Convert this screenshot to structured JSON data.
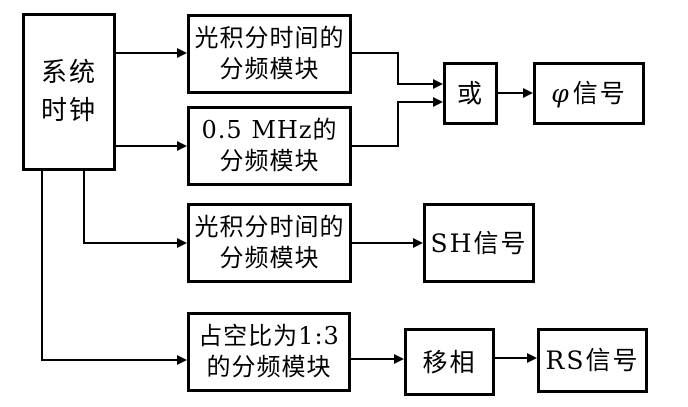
{
  "diagram": {
    "kind": "block-diagram",
    "colors": {
      "line": "#000000",
      "background": "#ffffff",
      "box_fill": "#ffffff"
    },
    "nodes": {
      "system_clock": {
        "label": "系统\n时钟"
      },
      "integration_divider_top": {
        "label": "光积分时间的\n分频模块"
      },
      "mhz_divider": {
        "label": "0.5 MHz的\n分频模块"
      },
      "or_gate": {
        "label": "或"
      },
      "phi_signal": {
        "symbol": "φ",
        "label": "信号"
      },
      "integration_divider_mid": {
        "label": "光积分时间的\n分频模块"
      },
      "sh_signal": {
        "label": "SH信号"
      },
      "duty_divider": {
        "label": "占空比为1:3\n的分频模块"
      },
      "phase_shift": {
        "label": "移相"
      },
      "rs_signal": {
        "label": "RS信号"
      }
    },
    "edges": [
      {
        "from": "system_clock",
        "to": "integration_divider_top"
      },
      {
        "from": "system_clock",
        "to": "mhz_divider"
      },
      {
        "from": "system_clock",
        "to": "integration_divider_mid"
      },
      {
        "from": "system_clock",
        "to": "duty_divider"
      },
      {
        "from": "integration_divider_top",
        "to": "or_gate"
      },
      {
        "from": "mhz_divider",
        "to": "or_gate"
      },
      {
        "from": "or_gate",
        "to": "phi_signal"
      },
      {
        "from": "integration_divider_mid",
        "to": "sh_signal"
      },
      {
        "from": "duty_divider",
        "to": "phase_shift"
      },
      {
        "from": "phase_shift",
        "to": "rs_signal"
      }
    ]
  }
}
